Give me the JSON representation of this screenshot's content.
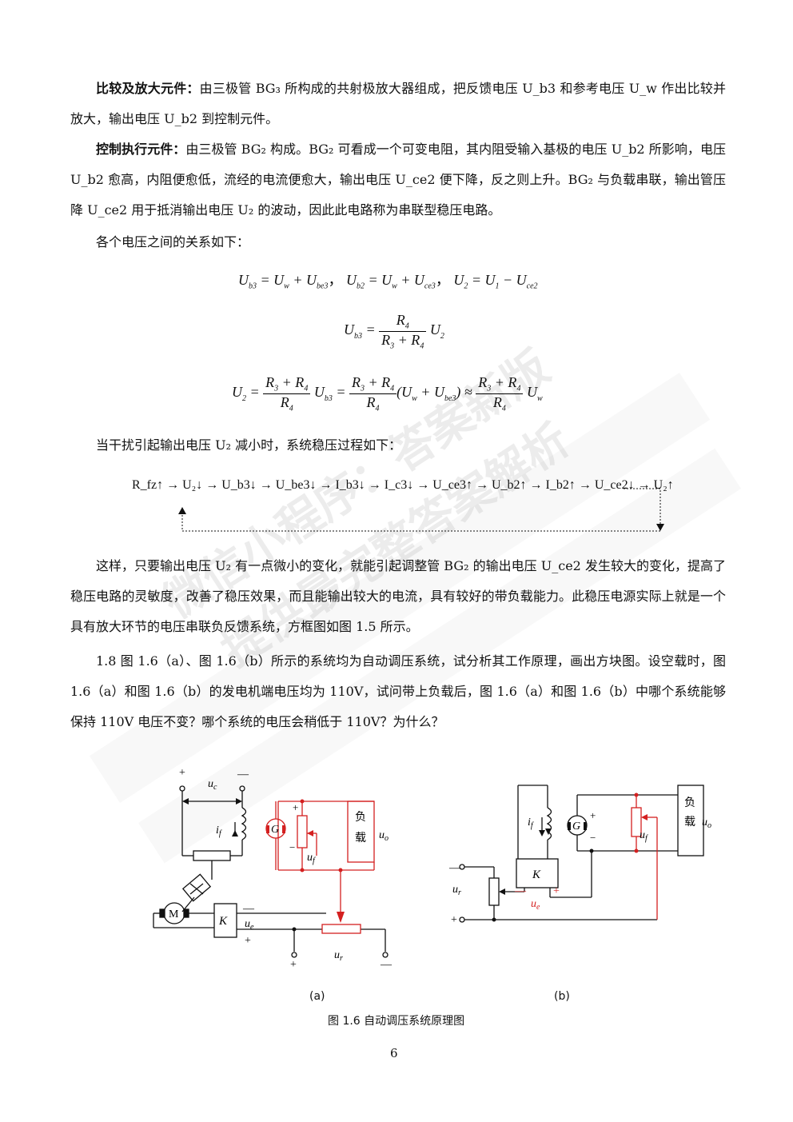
{
  "paragraphs": {
    "p1_head": "比较及放大元件：",
    "p1_body": "由三极管 BG₃ 所构成的共射极放大器组成，把反馈电压 U_b3 和参考电压 U_w 作出比较并放大，输出电压 U_b2 到控制元件。",
    "p2_head": "控制执行元件：",
    "p2_body": "由三极管 BG₂ 构成。BG₂ 可看成一个可变电阻，其内阻受输入基极的电压 U_b2 所影响，电压 U_b2 愈高，内阻便愈低，流经的电流便愈大，输出电压 U_ce2 便下降，反之则上升。BG₂ 与负载串联，输出管压降 U_ce2 用于抵消输出电压 U₂ 的波动，因此此电路称为串联型稳压电路。",
    "p3": "各个电压之间的关系如下：",
    "p4": "当干扰引起输出电压 U₂ 减小时，系统稳压过程如下：",
    "p5": "这样，只要输出电压 U₂ 有一点微小的变化，就能引起调整管 BG₂ 的输出电压 U_ce2 发生较大的变化，提高了稳压电路的灵敏度，改善了稳压效果，而且能输出较大的电流，具有较好的带负载能力。此稳压电源实际上就是一个具有放大环节的电压串联负反馈系统，方框图如图 1.5 所示。",
    "p6": "1.8  图 1.6（a）、图 1.6（b）所示的系统均为自动调压系统，试分析其工作原理，画出方块图。设空载时，图 1.6（a）和图 1.6（b）的发电机端电压均为 110V，试问带上负载后，图 1.6（a）和图 1.6（b）中哪个系统能够保持 110V 电压不变？哪个系统的电压会稍低于 110V？为什么？"
  },
  "chain": "R_fz↑ → U₂↓ → U_b3↓ → U_be3↓ → I_b3↓ → I_c3↓ → U_ce3↑ → U_b2↑ → I_b2↑ → U_ce2↓ → U₂↑",
  "figure": {
    "label_a": "(a)",
    "label_b": "(b)",
    "caption": "图 1.6  自动调压系统原理图",
    "load_top": "负",
    "load_bottom": "载",
    "colors": {
      "black": "#111111",
      "red": "#d42020"
    }
  },
  "watermark": {
    "line1": "微信小程序：答案新版",
    "line2": "提供最完整答案解析"
  },
  "page_number": "6"
}
